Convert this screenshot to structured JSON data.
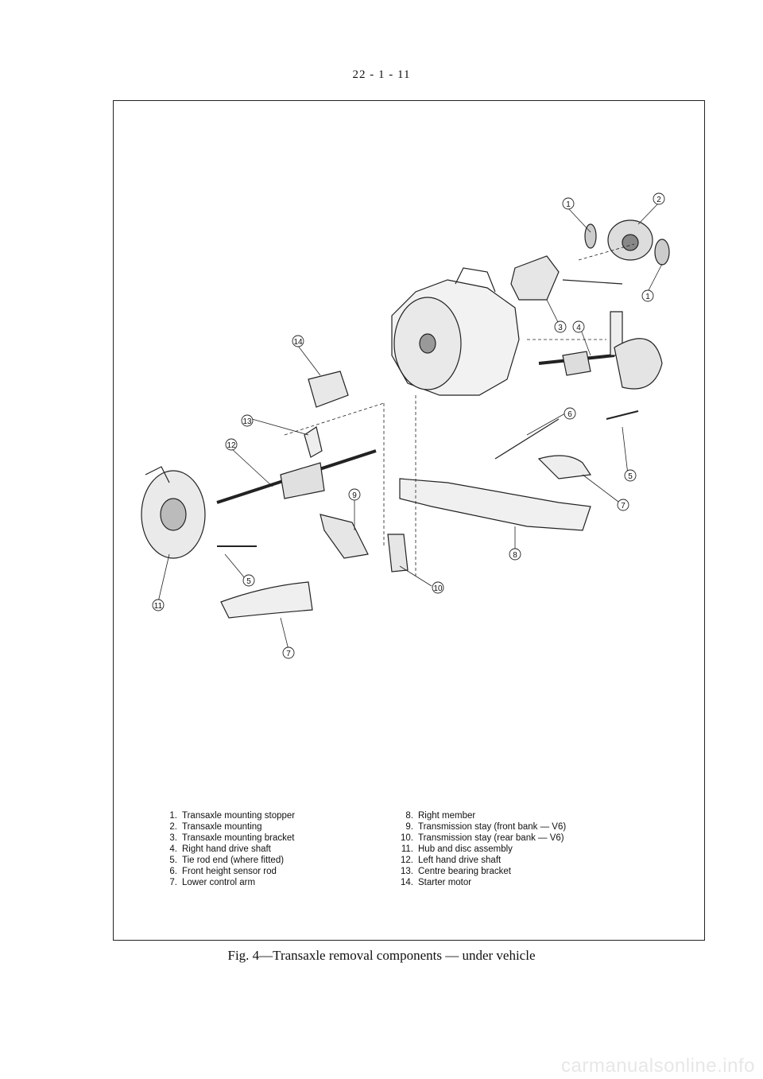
{
  "page_number": "22 - 1 - 11",
  "figure": {
    "callouts": [
      "1",
      "2",
      "1",
      "3",
      "4",
      "14",
      "13",
      "12",
      "9",
      "6",
      "5",
      "7",
      "8",
      "5",
      "11",
      "7",
      "10"
    ]
  },
  "legend": {
    "left": [
      {
        "num": "1.",
        "text": "Transaxle mounting stopper"
      },
      {
        "num": "2.",
        "text": "Transaxle mounting"
      },
      {
        "num": "3.",
        "text": "Transaxle mounting bracket"
      },
      {
        "num": "4.",
        "text": "Right hand drive shaft"
      },
      {
        "num": "5.",
        "text": "Tie rod end (where fitted)"
      },
      {
        "num": "6.",
        "text": "Front height sensor rod"
      },
      {
        "num": "7.",
        "text": "Lower control arm"
      }
    ],
    "right": [
      {
        "num": "8.",
        "text": "Right member"
      },
      {
        "num": "9.",
        "text": "Transmission stay (front bank — V6)"
      },
      {
        "num": "10.",
        "text": "Transmission stay (rear bank — V6)"
      },
      {
        "num": "11.",
        "text": "Hub and disc assembly"
      },
      {
        "num": "12.",
        "text": "Left hand drive shaft"
      },
      {
        "num": "13.",
        "text": "Centre bearing bracket"
      },
      {
        "num": "14.",
        "text": "Starter motor"
      }
    ]
  },
  "caption": "Fig. 4—Transaxle removal components — under vehicle",
  "watermark": "carmanualsonline.info"
}
